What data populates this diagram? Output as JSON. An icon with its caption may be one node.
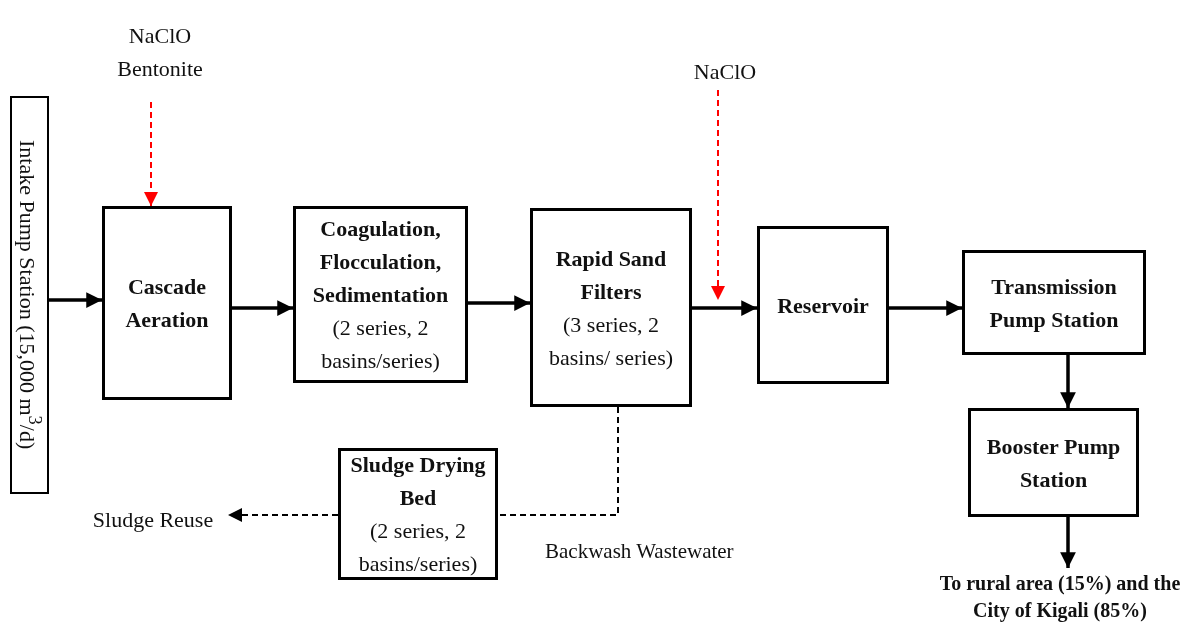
{
  "diagram": {
    "nodes": [
      {
        "text": [
          "Intake Pump Station (15,000 m$^{3}$/d)"
        ]
      },
      {
        "text": [
          "NaClO Bentonite"
        ]
      },
      {
        "text": [
          "Cascade Aeration"
        ]
      },
      {
        "text": [
          "Coagulation, Flocculation, Sedimentation",
          "(2 series, 2 basins/series)"
        ]
      },
      {
        "text": [
          "Rapid Sand Filters",
          "(3 series, 2 basins/ series)"
        ]
      },
      {
        "text": [
          "NaClO"
        ]
      },
      {
        "text": [
          "Reservoir"
        ]
      },
      {
        "text": [
          "Transmission Pump Station"
        ]
      },
      {
        "text": [
          "Booster Pump Station"
        ]
      },
      {
        "text": [
          "To rural area (15%) and the City of Kigali (85%)"
        ]
      },
      {
        "text": [
          "Sludge Drying Bed",
          "(2 series, 2 basins/series)"
        ]
      },
      {
        "text": [
          "Sludge Reuse"
        ]
      }
    ],
    "edges": [
      {
        "from": 0,
        "to": 2,
        "arrow": "to"
      },
      {
        "from": 1,
        "to": 2,
        "arrow": "to",
        "style": "dashed",
        "color": "#ff0000"
      },
      {
        "from": 2,
        "to": 3,
        "arrow": "to"
      },
      {
        "from": 3,
        "to": 4,
        "arrow": "to"
      },
      {
        "from": 4,
        "to": 6,
        "arrow": "to"
      },
      {
        "from": 5,
        "to": 4,
        "arrow": "to",
        "style": "dashed",
        "color": "#ff0000"
      },
      {
        "from": 6,
        "to": 7,
        "arrow": "to"
      },
      {
        "from": 7,
        "to": 8,
        "arrow": "to"
      },
      {
        "from": 8,
        "to": 9,
        "arrow": "to"
      },
      {
        "from": 4,
        "to": 10,
        "arrow": "none",
        "style": "dashed"
      },
      {
        "from": 10,
        "to": 11,
        "arrow": "to",
        "style": "dashed"
      }
    ],
    "labels": [
      "Backwash Wastewater"
    ]
  }
}
